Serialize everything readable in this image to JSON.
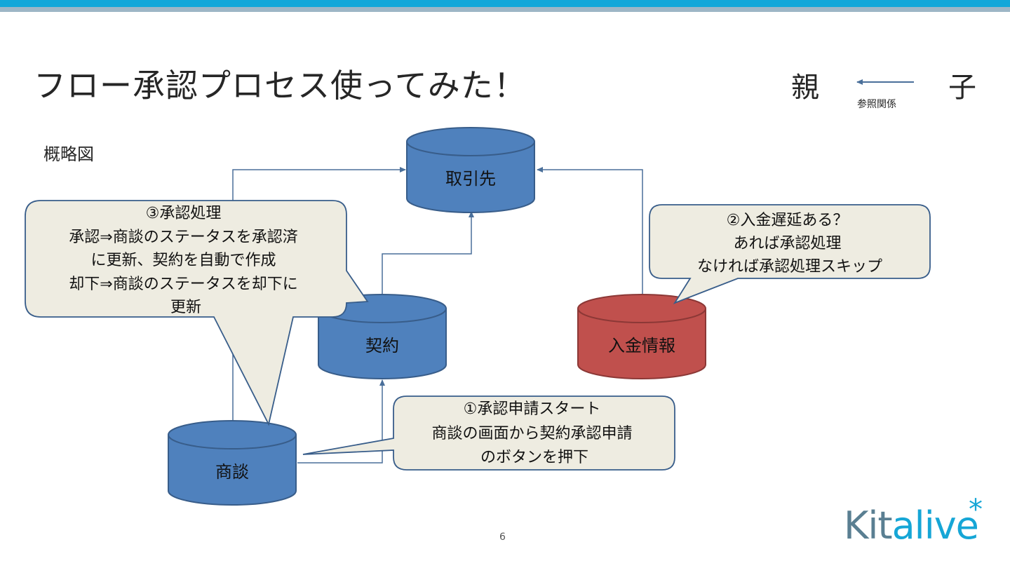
{
  "slide": {
    "title": "フロー承認プロセス使ってみた！",
    "subtitle": "概略図",
    "page_number": "6"
  },
  "legend": {
    "parent": "親",
    "child": "子",
    "caption": "参照関係"
  },
  "nodes": {
    "torihikisaki": {
      "label": "取引先",
      "color": "#4f81bd"
    },
    "keiyaku": {
      "label": "契約",
      "color": "#4f81bd"
    },
    "nyukin": {
      "label": "入金情報",
      "color": "#c0504d"
    },
    "shodan": {
      "label": "商談",
      "color": "#4f81bd"
    }
  },
  "callouts": {
    "step3": {
      "lines": [
        "③承認処理",
        "承認⇒商談のステータスを承認済",
        "に更新、契約を自動で作成",
        "却下⇒商談のステータスを却下に",
        "更新"
      ]
    },
    "step2": {
      "lines": [
        "②入金遅延ある？",
        "あれば承認処理",
        "なければ承認処理スキップ"
      ]
    },
    "step1": {
      "lines": [
        "①承認申請スタート",
        "商談の画面から契約承認申請",
        "のボタンを押下"
      ]
    }
  },
  "logo": {
    "part1": "Kit",
    "part2": "alive",
    "mark": "*"
  },
  "colors": {
    "callout_fill": "#eeece1",
    "outline": "#385d8a",
    "arrow": "#4a6f9a"
  }
}
